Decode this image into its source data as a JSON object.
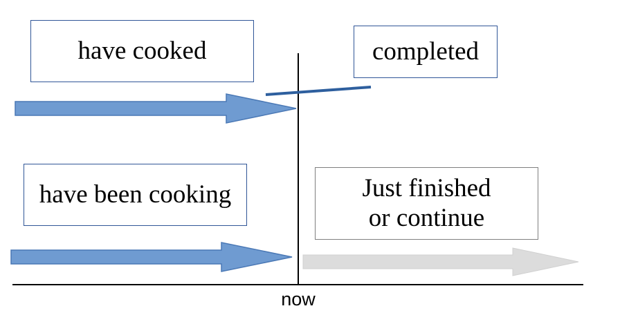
{
  "labels": {
    "have_cooked": "have cooked",
    "completed": "completed",
    "have_been_cooking": "have been cooking",
    "just_finished_line1": "Just finished",
    "just_finished_line2": "or continue",
    "now": "now"
  },
  "colors": {
    "arrow_fill": "#6f9bd1",
    "arrow_stroke": "#4a78b5",
    "future_arrow_fill": "#dcdcdc",
    "pointer_line": "#2e5f9e",
    "axis": "#000000",
    "box_border_blue": "#2f5597",
    "box_border_gray": "#7f7f7f"
  }
}
